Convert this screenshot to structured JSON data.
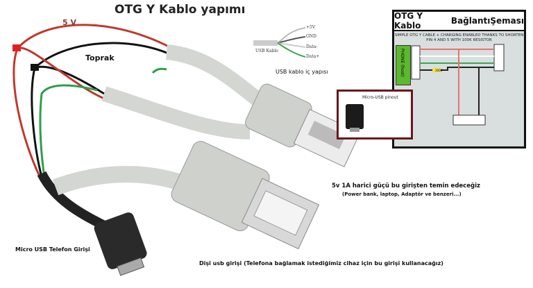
{
  "title": "OTG Y Kablo yapımı",
  "labels": {
    "five_v": "5 V",
    "ground": "Toprak",
    "micro_usb": "Micro USB Telefon Girişi",
    "external_power": "5v 1A harici güçü bu girişten temin edeceğiz",
    "external_power_note": "(Power bank, laptop, Adaptör ve benzeri...)",
    "female_input": "Dişi usb girişi (Telefona bağlamak istediğimiz cihaz için bu girişi kullanacağız)"
  },
  "usb_cable": {
    "cable_label": "USB Kablo",
    "wires": [
      "+5V",
      "GND",
      "Data-",
      "Data+"
    ],
    "caption": "USB kablo iç yapısı"
  },
  "schematic": {
    "title_parts": [
      "OTG Y Kablo",
      "Bağlantı",
      "Şeması"
    ],
    "subtitle": "SIMPLE OTG Y CABLE + CHARGING ENABLED THANKS TO SHORTEN PIN 4 AND 5 WITH 100K RESISTOR",
    "phone_label": "PHONE (host)",
    "resistor": "100K",
    "colors": {
      "vcc": "#e8736b",
      "data_minus": "#ffffff",
      "data_plus": "#3aa655",
      "ground": "#222222",
      "phone": "#5cb82e"
    }
  },
  "pinout": {
    "title": "Micro-USB pinout"
  },
  "colors": {
    "red_wire": "#c0392b",
    "black_wire": "#111111",
    "green_wire": "#2e9e4f",
    "white_wire": "#eeeeee",
    "connector": "#d4d6d2",
    "pinout_border": "#6b1520"
  }
}
